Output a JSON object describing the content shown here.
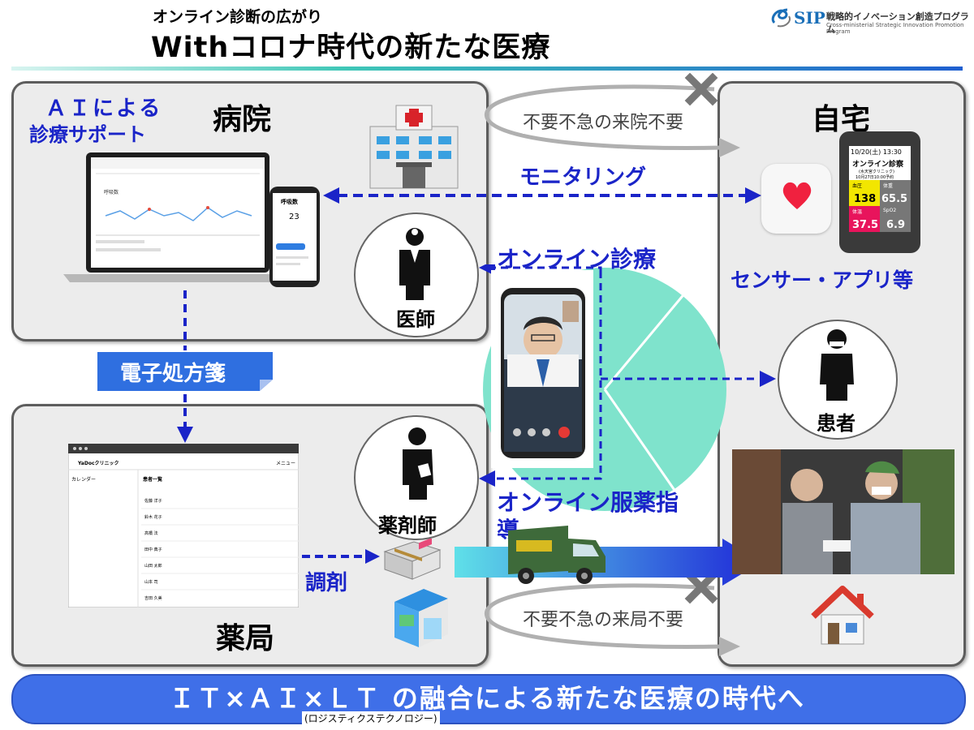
{
  "header": {
    "subtitle": "オンライン診断の広がり",
    "title": "Withコロナ時代の新たな医療",
    "logo": {
      "mark": "SIP",
      "jp": "戦略的イノベーション創造プログラム",
      "en": "Cross-ministerial Strategic Innovation Promotion Program"
    }
  },
  "hospital": {
    "label": "病院",
    "ai_support": [
      "ＡＩによる",
      "診療サポート"
    ],
    "doctor": "医師",
    "chart_title": "呼吸数",
    "phone_title": "呼吸数",
    "phone_value": "23"
  },
  "pharmacy": {
    "label": "薬局",
    "pharmacist": "薬剤師",
    "dispense": "調剤",
    "app_name": "YaDocクリニック",
    "calendar": "カレンダー",
    "patient_list": "患者一覧",
    "menu": "メニュー",
    "rows": [
      "佐藤 洋子",
      "鈴木 花子",
      "高橋 法",
      "田中 典子",
      "山田 太郎",
      "山本 司",
      "吉田 久美"
    ]
  },
  "home": {
    "label": "自宅",
    "sensors": "センサー・アプリ等",
    "patient": "患者",
    "device": {
      "date": "10/20(土) 13:30",
      "title": "オンライン診察",
      "sub1": "(水天宮クリニック)",
      "sub2": "10月27日10:00予約",
      "cells": [
        {
          "label": "血圧",
          "value": "138",
          "bg": "#f2e600",
          "fg": "#000"
        },
        {
          "label": "体重",
          "value": "65.5",
          "bg": "#777777",
          "fg": "#fff"
        },
        {
          "label": "体温",
          "value": "37.5",
          "bg": "#e8145c",
          "fg": "#fff"
        },
        {
          "label": "SpO2",
          "value": "6.9",
          "bg": "#777777",
          "fg": "#fff"
        }
      ]
    }
  },
  "flows": {
    "no_hospital_visit": "不要不急の来院不要",
    "no_pharmacy_visit": "不要不急の来局不要",
    "monitoring": "モニタリング",
    "online_consult": "オンライン診療",
    "online_medication": "オンライン服薬指導",
    "prescription": "電子処方箋"
  },
  "banner": {
    "text": "ＩＴ×ＡＩ×ＬＴ の融合による新たな医療の時代へ",
    "sub": "(ロジスティクステクノロジー)"
  },
  "colors": {
    "accent": "#1a24c8",
    "banner": "#3f6fe8",
    "teal": "#7fe3cc"
  }
}
